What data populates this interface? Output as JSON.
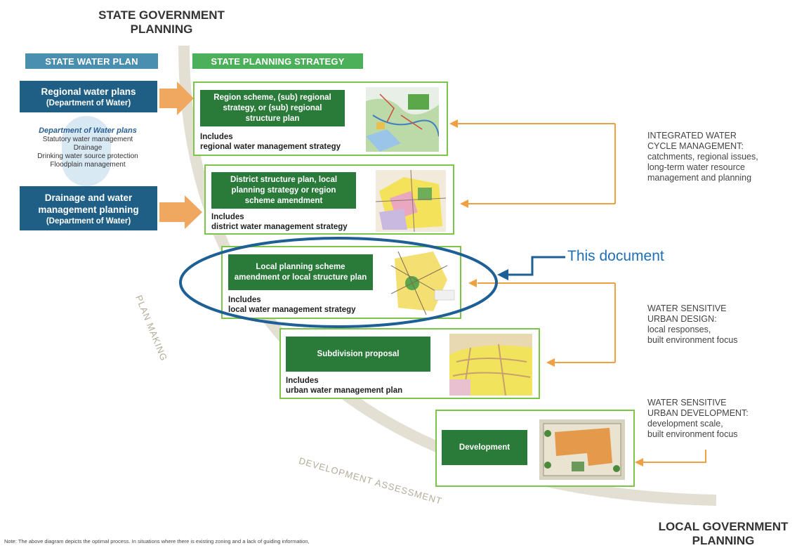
{
  "headings": {
    "state_gov": [
      "STATE GOVERNMENT",
      "PLANNING"
    ],
    "local_gov": [
      "LOCAL GOVERNMENT",
      "PLANNING"
    ]
  },
  "state_water_plan": "STATE WATER PLAN",
  "state_planning_strategy": "STATE PLANNING STRATEGY",
  "regional_water_plans": {
    "title": "Regional water plans",
    "sub": "(Department of Water)"
  },
  "dow_plans": {
    "title": "Department of Water plans",
    "items": [
      "Statutory water management",
      "Drainage",
      "Drinking water source protection",
      "Floodplain management"
    ]
  },
  "drainage_box": {
    "title": "Drainage and water management planning",
    "sub": "(Department of Water)"
  },
  "stages": [
    {
      "title": "Region scheme, (sub) regional strategy, or (sub) regional structure plan",
      "includes": "Includes",
      "item": "regional water management strategy"
    },
    {
      "title": "District structure plan, local planning strategy or region scheme amendment",
      "includes": "Includes",
      "item": "district water management strategy"
    },
    {
      "title": "Local planning scheme amendment or local structure plan",
      "includes": "Includes",
      "item": "local water management strategy"
    },
    {
      "title": "Subdivision proposal",
      "includes": "Includes",
      "item": "urban water management plan"
    },
    {
      "title": "Development",
      "includes": "",
      "item": ""
    }
  ],
  "side_text": {
    "integrated": [
      "INTEGRATED WATER",
      "CYCLE MANAGEMENT:",
      "catchments, regional issues,",
      "long-term water resource",
      "management and planning"
    ],
    "wsud": [
      "WATER SENSITIVE",
      "URBAN DESIGN:",
      "local responses,",
      "built environment focus"
    ],
    "wsudev": [
      "WATER SENSITIVE",
      "URBAN DEVELOPMENT:",
      "development scale,",
      "built environment focus"
    ]
  },
  "this_document": "This document",
  "curve_labels": {
    "plan_making": "PLAN MAKING",
    "development_assessment": "DEVELOPMENT ASSESSMENT"
  },
  "note": "Note:   The above diagram depicts the optimal process. In situations where there is existing zoning and a lack of guiding information,",
  "colors": {
    "water_header": "#4a8fb0",
    "strategy_header": "#4caf5a",
    "blue_box": "#1f5f86",
    "green_frame": "#7cc54a",
    "green_title": "#2a7a3a",
    "orange": "#f0a040",
    "highlight_ellipse": "#1e5f96"
  }
}
